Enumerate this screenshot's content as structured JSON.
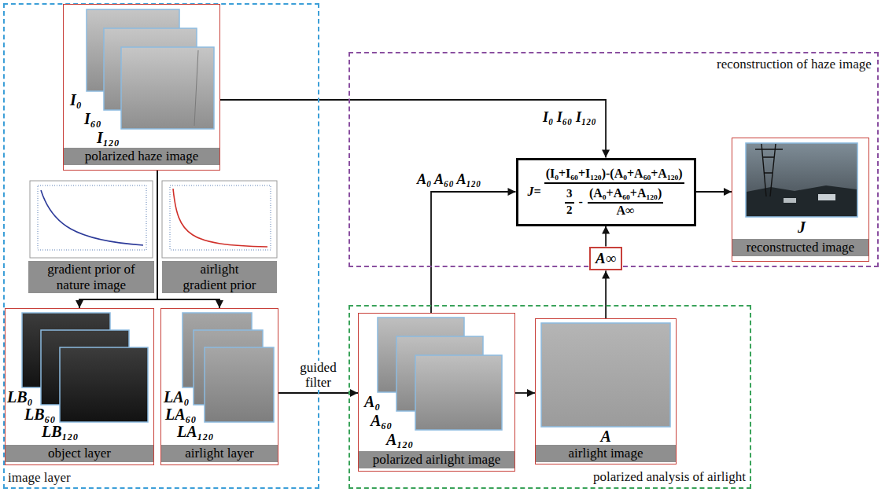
{
  "diagram": {
    "nodes": [
      {
        "text": [
          "image layer"
        ]
      },
      {
        "text": [
          "I₀",
          "I₆₀",
          "I₁₂₀",
          "polarized haze image"
        ],
        "in": 0
      },
      {
        "text": [
          "gradient prior of nature image"
        ],
        "in": 0
      },
      {
        "text": [
          "airlight gradient prior"
        ],
        "in": 0
      },
      {
        "text": [
          "LB₀",
          "LB₆₀",
          "LB₁₂₀",
          "object layer"
        ],
        "in": 0
      },
      {
        "text": [
          "LA₀",
          "LA₆₀",
          "LA₁₂₀",
          "airlight layer"
        ],
        "in": 0
      },
      {
        "text": [
          "reconstruction of haze image"
        ]
      },
      {
        "text": [
          "J=",
          "(I₀+I₆₀+I₁₂₀)-(A₀+A₆₀+A₁₂₀)",
          "3",
          "2",
          "-",
          "(A₀+A₆₀+A₁₂₀)",
          "A∞"
        ],
        "in": 6
      },
      {
        "text": [
          "J",
          "reconstructed image"
        ],
        "in": 6
      },
      {
        "text": [
          "polarized analysis of airlight"
        ]
      },
      {
        "text": [
          "A₀",
          "A₆₀",
          "A₁₂₀",
          "polarized airlight image"
        ],
        "in": 9
      },
      {
        "text": [
          "A",
          "airlight image"
        ],
        "in": 9
      },
      {
        "text": [
          "A∞"
        ]
      }
    ],
    "edges": [
      {
        "from": 1,
        "to": 7,
        "arrow": "to",
        "label": "I₀ I₆₀ I₁₂₀"
      },
      {
        "from": 1,
        "to": 4,
        "arrow": "to"
      },
      {
        "from": 1,
        "to": 5,
        "arrow": "to"
      },
      {
        "from": 5,
        "to": 10,
        "arrow": "to",
        "label": "guided filter"
      },
      {
        "from": 10,
        "to": 11,
        "arrow": "to"
      },
      {
        "from": 11,
        "to": 12,
        "arrow": "to"
      },
      {
        "from": 12,
        "to": 7,
        "arrow": "to"
      },
      {
        "from": 10,
        "to": 7,
        "arrow": "to",
        "label": "A₀ A₆₀ A₁₂₀"
      },
      {
        "from": 7,
        "to": 8,
        "arrow": "to"
      }
    ]
  }
}
